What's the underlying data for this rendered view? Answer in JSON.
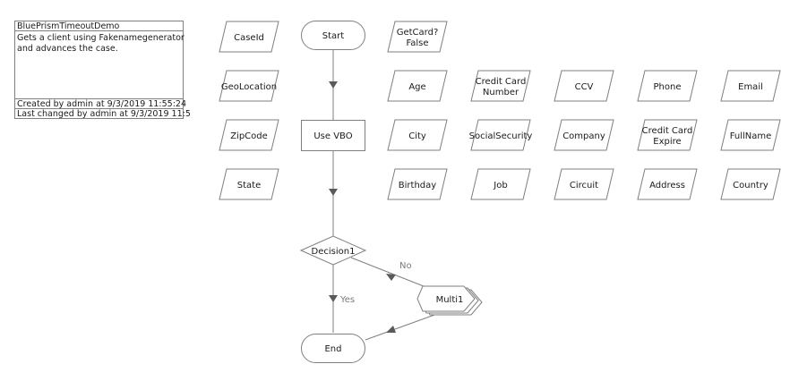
{
  "info_box": {
    "title": "BluePrismTimeoutDemo",
    "description_lines": [
      "Gets a client using Fakenamegenerator",
      "and advances the case."
    ],
    "created": "Created by admin at 9/3/2019 11:55:24",
    "changed": "Last changed by admin at 9/3/2019 11:5"
  },
  "stages": {
    "start": "Start",
    "use_vbo": "Use VBO",
    "decision": "Decision1",
    "multi": "Multi1",
    "end": "End"
  },
  "edge_labels": {
    "yes": "Yes",
    "no": "No"
  },
  "data_items": [
    [
      "CaseId"
    ],
    [
      "GeoLocation"
    ],
    [
      "ZipCode"
    ],
    [
      "State"
    ],
    [
      "GetCard?",
      "False"
    ],
    [
      "Age"
    ],
    [
      "City"
    ],
    [
      "Birthday"
    ],
    [
      "Credit Card",
      "Number"
    ],
    [
      "SocialSecurity"
    ],
    [
      "Job"
    ],
    [
      "CCV"
    ],
    [
      "Company"
    ],
    [
      "Circuit"
    ],
    [
      "Phone"
    ],
    [
      "Credit Card",
      "Expire"
    ],
    [
      "Address"
    ],
    [
      "Email"
    ],
    [
      "FullName"
    ],
    [
      "Country"
    ]
  ]
}
